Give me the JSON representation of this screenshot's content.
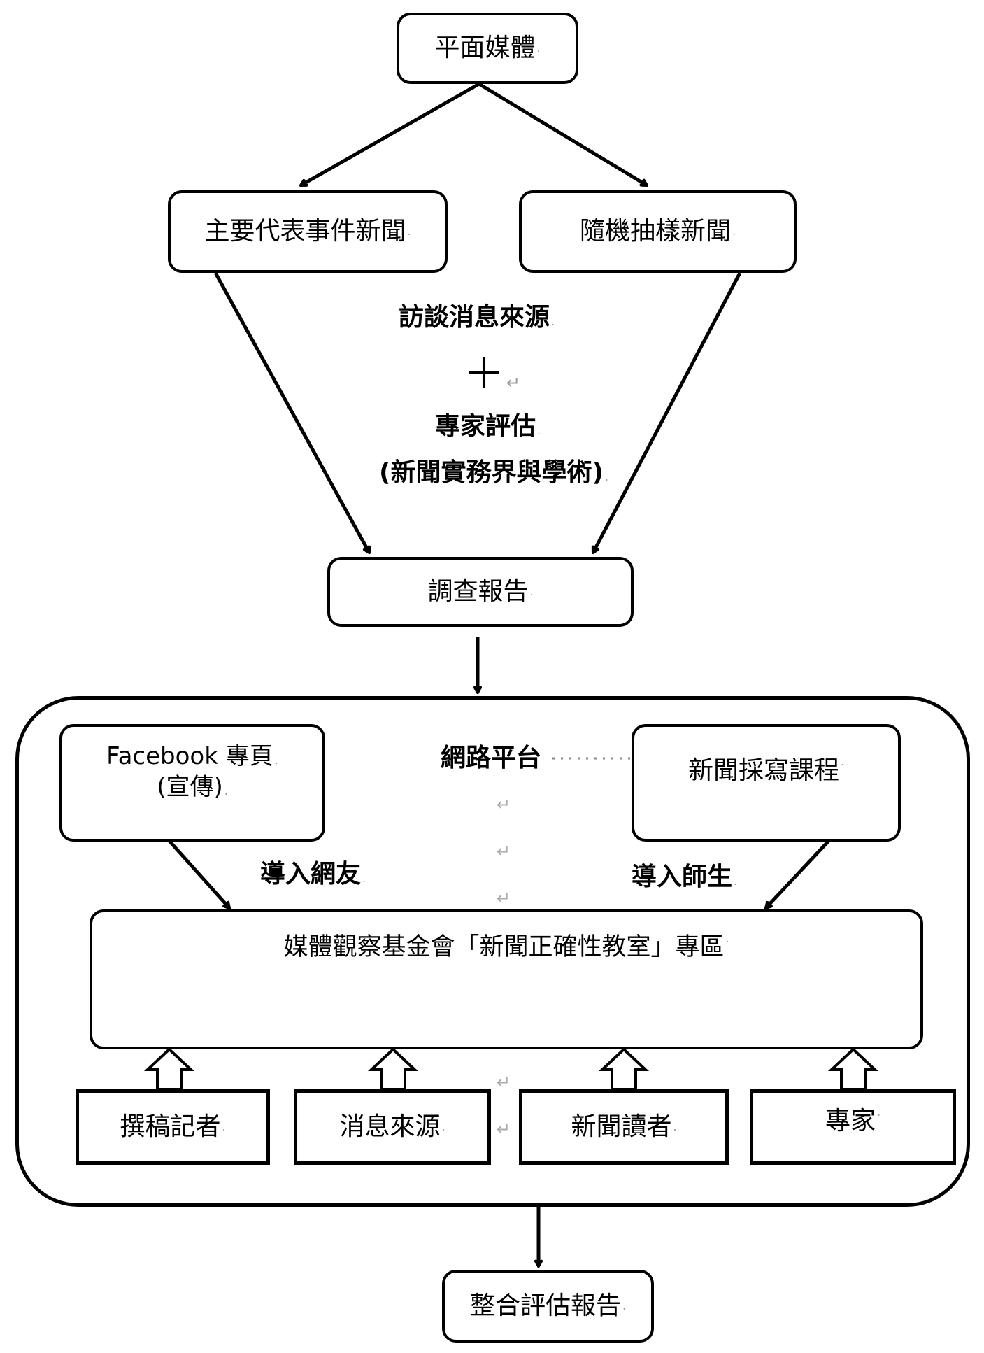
{
  "nodes": {
    "print_media": "平面媒體",
    "main_events_news": "主要代表事件新聞",
    "random_sample_news": "隨機抽樣新聞",
    "survey_report": "調查報告",
    "facebook_page_line1": "Facebook 專頁",
    "facebook_page_line2": "(宣傳)",
    "news_writing_course": "新聞採寫課程",
    "foundation_section": "媒體觀察基金會「新聞正確性教室」專區",
    "reporters": "撰稿記者",
    "news_sources": "消息來源",
    "news_readers": "新聞讀者",
    "experts": "專家",
    "integrated_report": "整合評估報告"
  },
  "labels": {
    "interview_sources": "訪談消息來源",
    "plus_sign": "＋",
    "expert_evaluation": "專家評估",
    "expert_domains": "(新聞實務界與學術)",
    "online_platform": "網路平台",
    "attract_netizens": "導入網友",
    "attract_teachers_students": "導入師生"
  },
  "marks": {
    "cell_end": ".",
    "paragraph": "↵"
  }
}
